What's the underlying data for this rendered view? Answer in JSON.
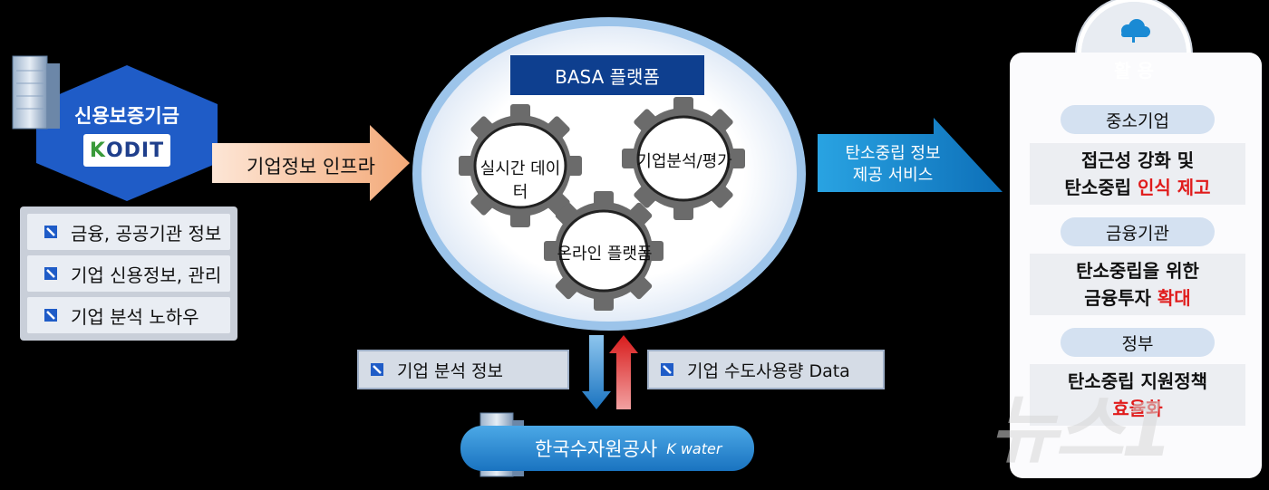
{
  "kodit": {
    "name": "신용보증기금",
    "logo_text": "KODIT",
    "items": [
      "금융, 공공기관 정보",
      "기업 신용정보, 관리",
      "기업 분석 노하우"
    ]
  },
  "infra_arrow_label": "기업정보 인프라",
  "basa": {
    "title": "BASA 플랫폼",
    "gears": [
      "실시간 데이터",
      "기업분석/평가",
      "온라인 플랫폼"
    ]
  },
  "service_arrow": {
    "line1": "탄소중립 정보",
    "line2": "제공 서비스"
  },
  "links": {
    "down_label": "기업 분석 정보",
    "up_label": "기업 수도사용량 Data"
  },
  "kwater": {
    "name": "한국수자원공사",
    "logo_text": "K water"
  },
  "usage": {
    "title": "활 용",
    "groups": [
      {
        "label": "중소기업",
        "line1": "접근성 강화 및",
        "line2_plain": "탄소중립 ",
        "line2_red": "인식 제고"
      },
      {
        "label": "금융기관",
        "line1": "탄소중립을 위한",
        "line2_plain": "금융투자 ",
        "line2_red": "확대"
      },
      {
        "label": "정부",
        "line1": "탄소중립 지원정책",
        "line2_plain": "",
        "line2_red": "효율화"
      }
    ]
  },
  "watermark": "뉴스1",
  "colors": {
    "navy": "#0e3f8f",
    "accent_blue": "#1a8ad4",
    "red": "#e01b1b",
    "arrow_peach": "#f5b98a"
  }
}
